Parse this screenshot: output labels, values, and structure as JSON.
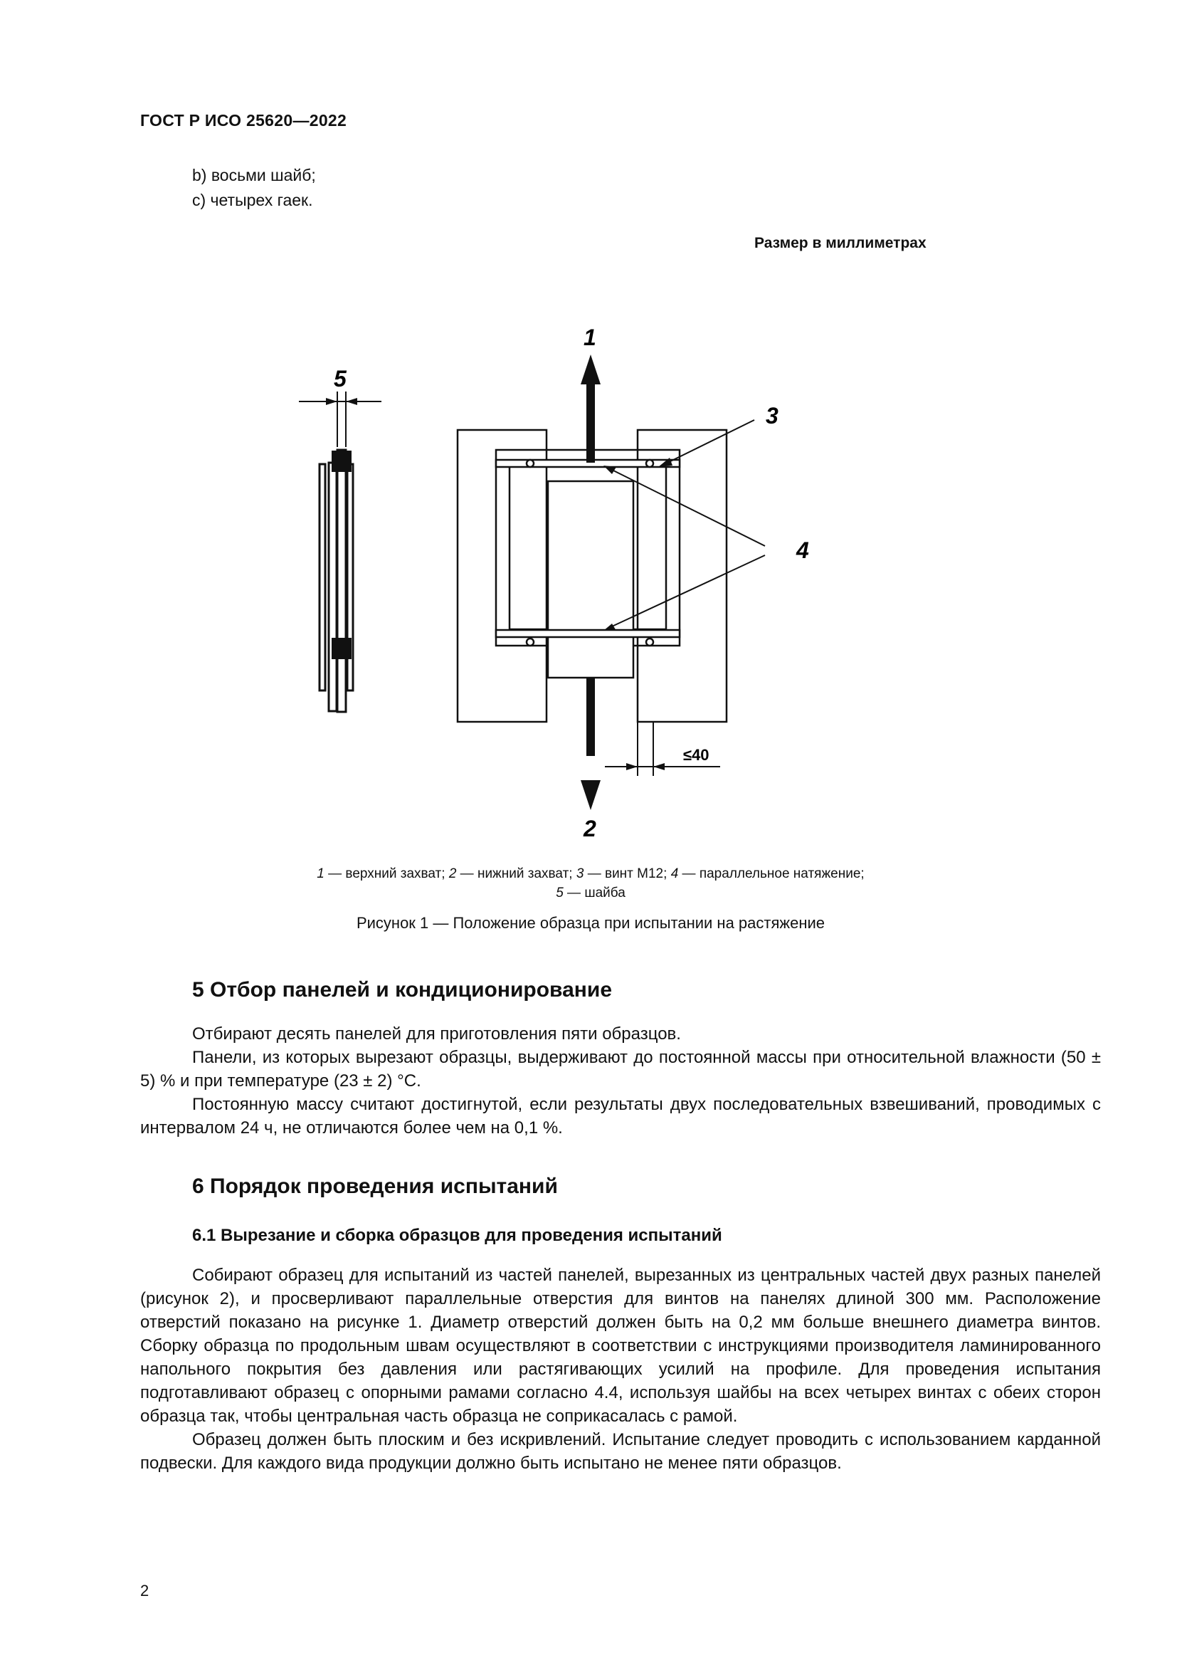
{
  "header": {
    "doc_id": "ГОСТ Р ИСО 25620—2022"
  },
  "list_items": [
    "b)  восьми шайб;",
    "c)  четырех гаек."
  ],
  "figure": {
    "units_note": "Размер в миллиметрах",
    "labels": {
      "l1": "1",
      "l2": "2",
      "l3": "3",
      "l4": "4",
      "l5": "5",
      "dim": "≤40"
    },
    "legend": [
      {
        "num": "1",
        "text": " — верхний захват; "
      },
      {
        "num": "2",
        "text": " — нижний захват; "
      },
      {
        "num": "3",
        "text": " — винт М12; "
      },
      {
        "num": "4",
        "text": " — параллельное натяжение;"
      },
      {
        "num": "5",
        "text": " — шайба"
      }
    ],
    "caption": "Рисунок 1 — Положение образца при испытании на растяжение"
  },
  "section5": {
    "title": "5  Отбор панелей и кондиционирование",
    "paragraphs": [
      "Отбирают десять панелей для приготовления пяти образцов.",
      "Панели, из которых вырезают образцы, выдерживают до постоянной массы при относительной влажности (50 ± 5) % и при температуре (23 ± 2) °C.",
      "Постоянную массу считают достигнутой, если результаты двух последовательных взвешиваний, проводимых с интервалом 24 ч, не отличаются более чем на 0,1 %."
    ]
  },
  "section6": {
    "title": "6  Порядок проведения испытаний",
    "sub_title": "6.1  Вырезание и сборка образцов для проведения испытаний",
    "paragraphs": [
      "Собирают образец для испытаний из частей панелей, вырезанных из центральных частей двух разных панелей (рисунок 2), и просверливают параллельные отверстия для винтов на панелях длиной 300 мм. Расположение отверстий показано на рисунке 1. Диаметр отверстий должен быть на 0,2 мм больше внешнего диаметра винтов. Сборку образца по продольным швам осуществляют в соответствии с инструкциями производителя ламинированного напольного покрытия без давления или растягивающих усилий на профиле. Для проведения испытания подготавливают образец с опорными рамами согласно 4.4, используя шайбы на всех четырех винтах с обеих сторон образца так, чтобы центральная часть образца не соприкасалась с рамой.",
      "Образец должен быть плоским и без искривлений. Испытание следует проводить с использованием карданной подвески. Для каждого вида продукции должно быть испытано не менее пяти образцов."
    ]
  },
  "page_number": "2"
}
